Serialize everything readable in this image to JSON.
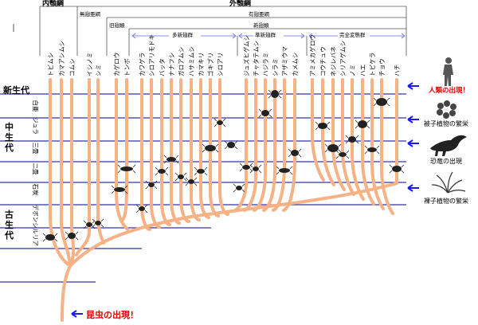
{
  "header": {
    "entognatha": "内顎綱",
    "ectognatha": "外顎綱",
    "apterygota": "無翅亜綱",
    "pterygota": "有翅亜綱",
    "paleoptera": "旧翅類",
    "neoptera": "新翅類",
    "polyneoptera": "多新翅群",
    "paraneoptera": "準新翅群",
    "holometabola": "完全変態群"
  },
  "taxa": [
    "トビムシ",
    "カマアシムシ",
    "コムシ",
    "イシノミ",
    "シミ",
    "カゲロウ",
    "トンボ",
    "カワゲラ",
    "シロアリモドキ",
    "バッタ",
    "ナナフシ",
    "ガロアムシ",
    "ハサミムシ",
    "カマキリ",
    "ゴキブリ",
    "シロアリ",
    "ジュズヒゲムシ",
    "チャタテムシ",
    "ハジラミ",
    "シラミ",
    "アザミウマ",
    "カメムシ",
    "アミメカゲロウ",
    "コウチュウ",
    "ネジレバネ",
    "シリアゲムシ",
    "ノミ",
    "ハエ",
    "トビケラ",
    "チョウ",
    "ハチ"
  ],
  "eras": {
    "cenozoic": "新生代",
    "mesozoic": "中生代",
    "paleozoic": "古生代"
  },
  "periods": {
    "cretaceous": "白亜",
    "jurassic": "ジュラ",
    "triassic": "三畳",
    "permian": "二畳",
    "carboniferous": "石炭",
    "devonian": "デボン",
    "silurian": "シルリア"
  },
  "events": {
    "humans": "人類の出現！",
    "angiosperms": "被子植物の繁栄",
    "dinosaurs": "恐竜の出現",
    "gymnosperms": "裸子植物の繁栄",
    "insects": "昆虫の出現！"
  },
  "colors": {
    "branch": "#f6b184",
    "timeline": "#3333aa",
    "arrow": "#1a1aff",
    "highlight": "#e60000"
  }
}
